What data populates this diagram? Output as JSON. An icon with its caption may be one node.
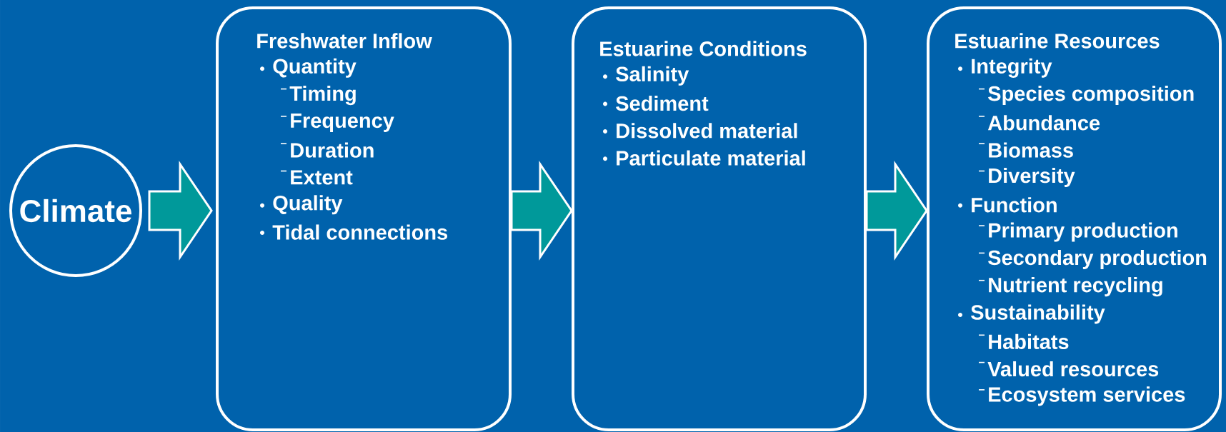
{
  "diagram": {
    "nodes": [
      {
        "text": [
          "Climate"
        ]
      },
      {
        "text": [
          "Freshwater Inflow",
          "Quantity",
          "Timing",
          "Frequency",
          "Duration",
          "Extent",
          "Quality",
          "Tidal connections"
        ]
      },
      {
        "text": [
          "Estuarine Conditions",
          "Salinity",
          "Sediment",
          "Dissolved material",
          "Particulate material"
        ]
      },
      {
        "text": [
          "Estuarine Resources",
          "Integrity",
          "Species composition",
          "Abundance",
          "Biomass",
          "Diversity",
          "Function",
          "Primary production",
          "Secondary production",
          "Nutrient recycling",
          "Sustainability",
          "Habitats",
          "Valued resources",
          "Ecosystem services"
        ]
      }
    ],
    "edges": [
      {
        "from": 0,
        "to": 1,
        "arrow": "to"
      },
      {
        "from": 1,
        "to": 2,
        "arrow": "to"
      },
      {
        "from": 2,
        "to": 3,
        "arrow": "to"
      }
    ]
  }
}
